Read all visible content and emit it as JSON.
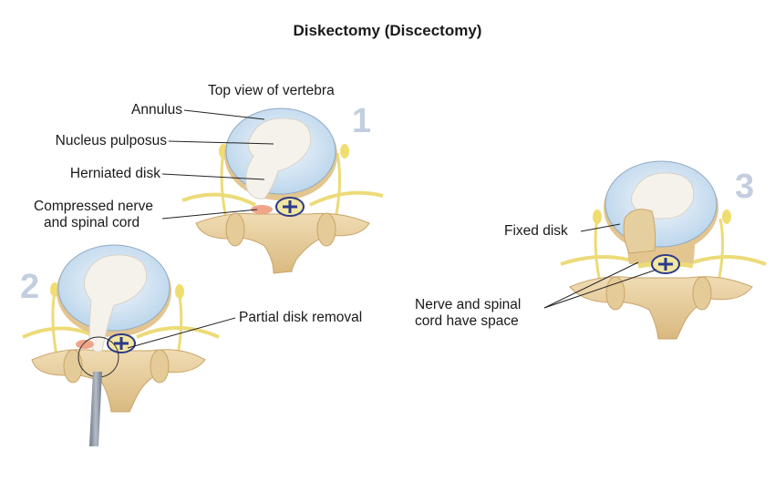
{
  "title": "Diskectomy (Discectomy)",
  "panels": [
    {
      "step": "1",
      "caption": "Top view of vertebra",
      "labels": [
        "Annulus",
        "Nucleus pulposus",
        "Herniated disk",
        "Compressed nerve",
        "and spinal cord"
      ]
    },
    {
      "step": "2",
      "labels": [
        "Partial disk removal"
      ]
    },
    {
      "step": "3",
      "labels": [
        "Fixed disk",
        "Nerve and spinal",
        "cord have space"
      ]
    }
  ],
  "colors": {
    "annulus": "#d8e8f4",
    "nucleus": "#f4f1ec",
    "bone": "#e8d2a6",
    "nerve": "#f2e27a",
    "compressed": "#f0a58a",
    "cord": "#2b3a8a",
    "step_number": "#c3cfe0",
    "instrument": "#8e99a8"
  }
}
